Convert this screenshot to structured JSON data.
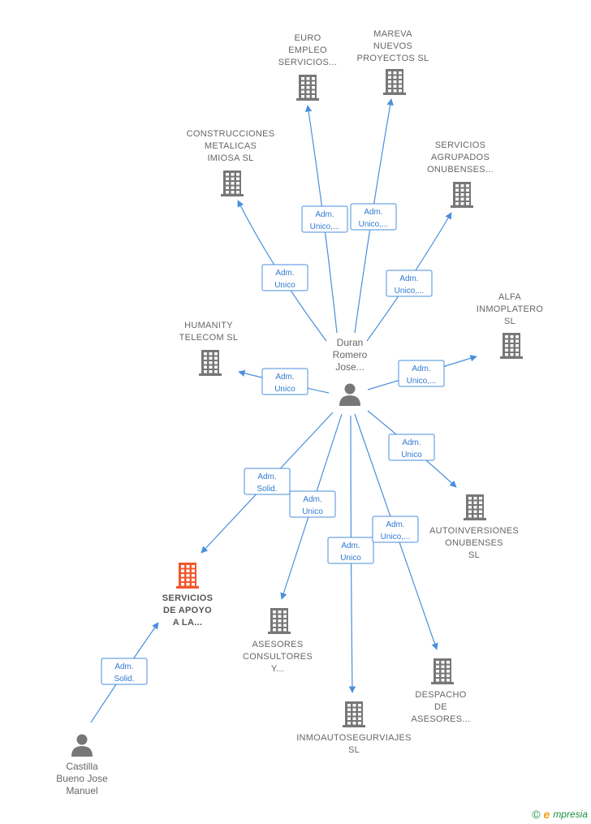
{
  "colors": {
    "edge": "#4a8fdb",
    "company": "#777777",
    "highlight": "#f0582e",
    "person": "#777777"
  },
  "nodes": [
    {
      "id": "duran",
      "type": "person",
      "lines": [
        "Duran",
        "Romero",
        "Jose..."
      ]
    },
    {
      "id": "castilla",
      "type": "person",
      "lines": [
        "Castilla",
        "Bueno Jose",
        "Manuel"
      ]
    },
    {
      "id": "euro",
      "type": "company",
      "lines": [
        "EURO",
        "EMPLEO",
        "SERVICIOS..."
      ]
    },
    {
      "id": "mareva",
      "type": "company",
      "lines": [
        "MAREVA",
        "NUEVOS",
        "PROYECTOS SL"
      ]
    },
    {
      "id": "construcciones",
      "type": "company",
      "lines": [
        "CONSTRUCCIONES",
        "METALICAS",
        "IMIOSA  SL"
      ]
    },
    {
      "id": "servicios_agrupados",
      "type": "company",
      "lines": [
        "SERVICIOS",
        "AGRUPADOS",
        "ONUBENSES..."
      ]
    },
    {
      "id": "alfa",
      "type": "company",
      "lines": [
        "ALFA",
        "INMOPLATERO",
        "SL"
      ]
    },
    {
      "id": "humanity",
      "type": "company",
      "lines": [
        "HUMANITY",
        "TELECOM  SL"
      ]
    },
    {
      "id": "autoinversiones",
      "type": "company",
      "lines": [
        "AUTOINVERSIONES",
        "ONUBENSES",
        "SL"
      ]
    },
    {
      "id": "servicios_apoyo",
      "type": "company",
      "highlight": true,
      "lines": [
        "SERVICIOS",
        "DE APOYO",
        "A LA..."
      ]
    },
    {
      "id": "asesores",
      "type": "company",
      "lines": [
        "ASESORES",
        "CONSULTORES",
        "Y..."
      ]
    },
    {
      "id": "inmoauto",
      "type": "company",
      "lines": [
        "INMOAUTOSEGURVIAJES",
        "SL"
      ]
    },
    {
      "id": "despacho",
      "type": "company",
      "lines": [
        "DESPACHO",
        "DE",
        "ASESORES..."
      ]
    }
  ],
  "edges": [
    {
      "from": "duran",
      "to": "euro",
      "role": [
        "Adm.",
        "Unico,..."
      ]
    },
    {
      "from": "duran",
      "to": "mareva",
      "role": [
        "Adm.",
        "Unico,..."
      ]
    },
    {
      "from": "duran",
      "to": "construcciones",
      "role": [
        "Adm.",
        "Unico"
      ]
    },
    {
      "from": "duran",
      "to": "servicios_agrupados",
      "role": [
        "Adm.",
        "Unico,..."
      ]
    },
    {
      "from": "duran",
      "to": "alfa",
      "role": [
        "Adm.",
        "Unico,..."
      ]
    },
    {
      "from": "duran",
      "to": "humanity",
      "role": [
        "Adm.",
        "Unico"
      ]
    },
    {
      "from": "duran",
      "to": "autoinversiones",
      "role": [
        "Adm.",
        "Unico"
      ]
    },
    {
      "from": "duran",
      "to": "servicios_apoyo",
      "role": [
        "Adm.",
        "Solid."
      ]
    },
    {
      "from": "duran",
      "to": "asesores",
      "role": [
        "Adm.",
        "Unico"
      ]
    },
    {
      "from": "duran",
      "to": "inmoauto",
      "role": [
        "Adm.",
        "Unico"
      ]
    },
    {
      "from": "duran",
      "to": "despacho",
      "role": [
        "Adm.",
        "Unico,..."
      ]
    },
    {
      "from": "castilla",
      "to": "servicios_apoyo",
      "role": [
        "Adm.",
        "Solid."
      ]
    }
  ],
  "footer": {
    "copyright": "©",
    "brand_initial": "e",
    "brand_rest": "mpresia"
  }
}
